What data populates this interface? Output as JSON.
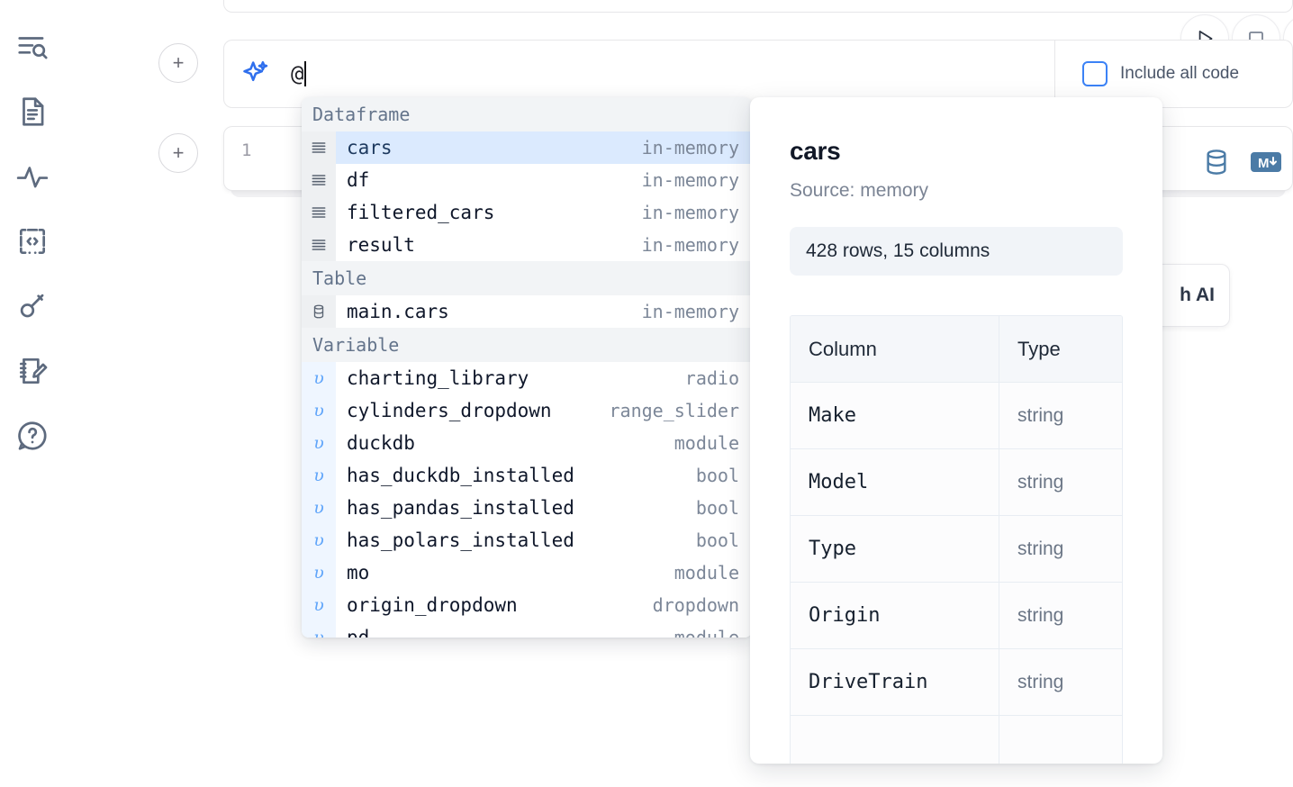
{
  "sidebar": {
    "items": [
      {
        "name": "outline-search-icon",
        "label": "Outline / Search"
      },
      {
        "name": "file-explorer-icon",
        "label": "File explorer"
      },
      {
        "name": "activity-icon",
        "label": "Activity"
      },
      {
        "name": "snippets-code-icon",
        "label": "Snippets"
      },
      {
        "name": "secrets-key-icon",
        "label": "Secrets"
      },
      {
        "name": "scratchpad-edit-icon",
        "label": "Scratchpad"
      },
      {
        "name": "help-chat-icon",
        "label": "Help"
      }
    ]
  },
  "toolbar": {
    "run_label": "Run",
    "stop_label": "Stop",
    "extra_label": "More",
    "include_all_code_label": "Include all code",
    "include_all_code_checked": false
  },
  "ai_prompt": {
    "value": "@",
    "icon": "sparkle-icon",
    "add_cell_label": "+"
  },
  "code_cell": {
    "line_number": "1",
    "content": "",
    "icons": [
      {
        "name": "database-icon",
        "label": "Database"
      },
      {
        "name": "markdown-icon",
        "label": "Markdown",
        "glyph": "M"
      }
    ]
  },
  "background_card": {
    "label": "h AI"
  },
  "autocomplete": {
    "sections": [
      {
        "title": "Dataframe",
        "icon": "dataframe-icon",
        "gutter_style": "grey",
        "items": [
          {
            "name": "cars",
            "type": "in-memory",
            "selected": true
          },
          {
            "name": "df",
            "type": "in-memory",
            "selected": false
          },
          {
            "name": "filtered_cars",
            "type": "in-memory",
            "selected": false
          },
          {
            "name": "result",
            "type": "in-memory",
            "selected": false
          }
        ]
      },
      {
        "title": "Table",
        "icon": "table-db-icon",
        "gutter_style": "grey",
        "items": [
          {
            "name": "main.cars",
            "type": "in-memory",
            "selected": false
          }
        ]
      },
      {
        "title": "Variable",
        "icon": "variable-icon",
        "gutter_style": "blue",
        "items": [
          {
            "name": "charting_library",
            "type": "radio",
            "selected": false
          },
          {
            "name": "cylinders_dropdown",
            "type": "range_slider",
            "selected": false
          },
          {
            "name": "duckdb",
            "type": "module",
            "selected": false
          },
          {
            "name": "has_duckdb_installed",
            "type": "bool",
            "selected": false
          },
          {
            "name": "has_pandas_installed",
            "type": "bool",
            "selected": false
          },
          {
            "name": "has_polars_installed",
            "type": "bool",
            "selected": false
          },
          {
            "name": "mo",
            "type": "module",
            "selected": false
          },
          {
            "name": "origin_dropdown",
            "type": "dropdown",
            "selected": false
          },
          {
            "name": "pd",
            "type": "module",
            "selected": false
          }
        ]
      }
    ]
  },
  "preview": {
    "title": "cars",
    "source": "Source: memory",
    "stats": "428 rows, 15 columns",
    "table": {
      "headers": [
        "Column",
        "Type"
      ],
      "rows": [
        [
          "Make",
          "string"
        ],
        [
          "Model",
          "string"
        ],
        [
          "Type",
          "string"
        ],
        [
          "Origin",
          "string"
        ],
        [
          "DriveTrain",
          "string"
        ],
        [
          "",
          ""
        ]
      ]
    }
  },
  "colors": {
    "accent_blue": "#3b82f6",
    "selected_row": "#dbeafe",
    "section_bg": "#f2f4f6",
    "icon_grey": "#5d6a7e"
  }
}
